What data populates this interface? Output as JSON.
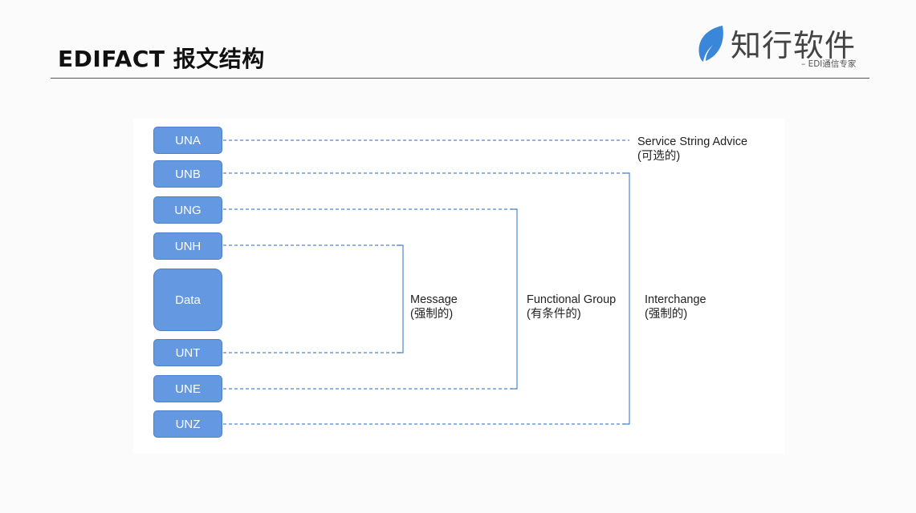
{
  "header": {
    "title": "EDIFACT 报文结构"
  },
  "logo": {
    "name": "知行软件",
    "tagline": "– EDI通信专家",
    "accent": "#3a86d8"
  },
  "diagram": {
    "segments": [
      "UNA",
      "UNB",
      "UNG",
      "UNH",
      "Data",
      "UNT",
      "UNE",
      "UNZ"
    ],
    "labels": {
      "service_title": "Service String Advice",
      "service_note": "(可选的)",
      "message_title": "Message",
      "message_note": "(强制的)",
      "group_title": "Functional Group",
      "group_note": "(有条件的)",
      "interchange_title": "Interchange",
      "interchange_note": "(强制的)"
    },
    "colors": {
      "box": "#6498e0",
      "line": "#4f84d1"
    }
  }
}
